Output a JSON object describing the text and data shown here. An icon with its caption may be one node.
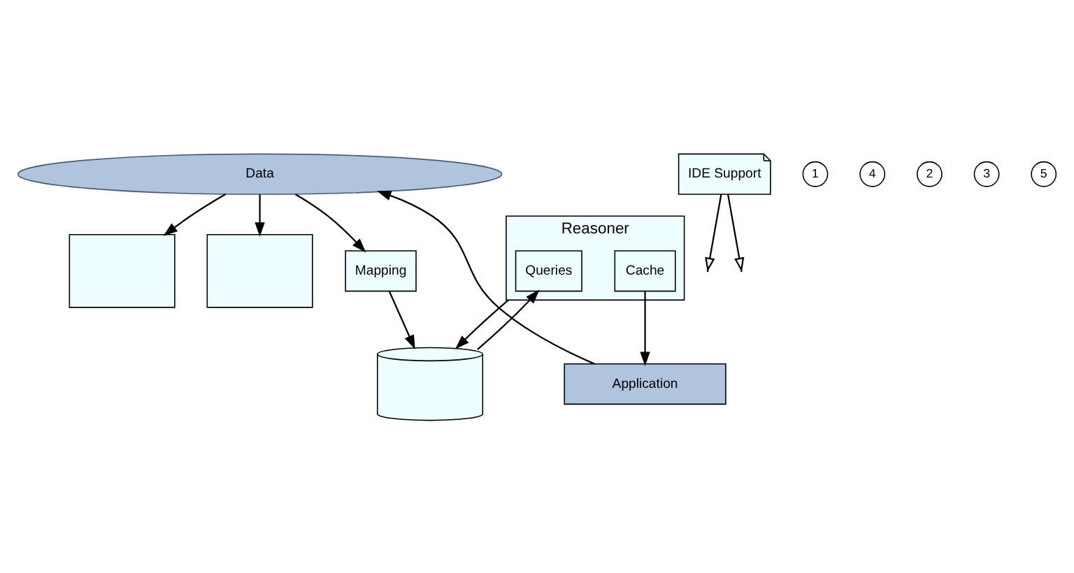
{
  "diagram": {
    "nodes": [
      {
        "text": [
          "Data"
        ]
      },
      {
        "text": [],
        "shape": "box"
      },
      {
        "text": [],
        "shape": "box"
      },
      {
        "text": [
          "Mapping"
        ]
      },
      {
        "text": [],
        "shape": "cylinder"
      },
      {
        "text": [
          "Reasoner"
        ]
      },
      {
        "text": [
          "Queries"
        ],
        "in": 5
      },
      {
        "text": [
          "Cache"
        ],
        "in": 5
      },
      {
        "text": [
          "IDE Support"
        ]
      },
      {
        "text": [
          "Application"
        ]
      }
    ],
    "edges": [
      {
        "from": 0,
        "to": 1,
        "arrow": "to"
      },
      {
        "from": 0,
        "to": 2,
        "arrow": "to"
      },
      {
        "from": 0,
        "to": 3,
        "arrow": "to"
      },
      {
        "from": 3,
        "to": 4,
        "arrow": "to"
      },
      {
        "from": 5,
        "to": 4,
        "arrow": "to"
      },
      {
        "from": 4,
        "to": 6,
        "arrow": "to"
      },
      {
        "from": 7,
        "to": 9,
        "arrow": "to"
      },
      {
        "from": 9,
        "to": 0,
        "arrow": "to"
      },
      {
        "from": 8,
        "to": null,
        "arrow": "to"
      },
      {
        "from": 8,
        "to": null,
        "arrow": "to"
      }
    ],
    "labels": [
      "1",
      "4",
      "2",
      "3",
      "5"
    ]
  }
}
